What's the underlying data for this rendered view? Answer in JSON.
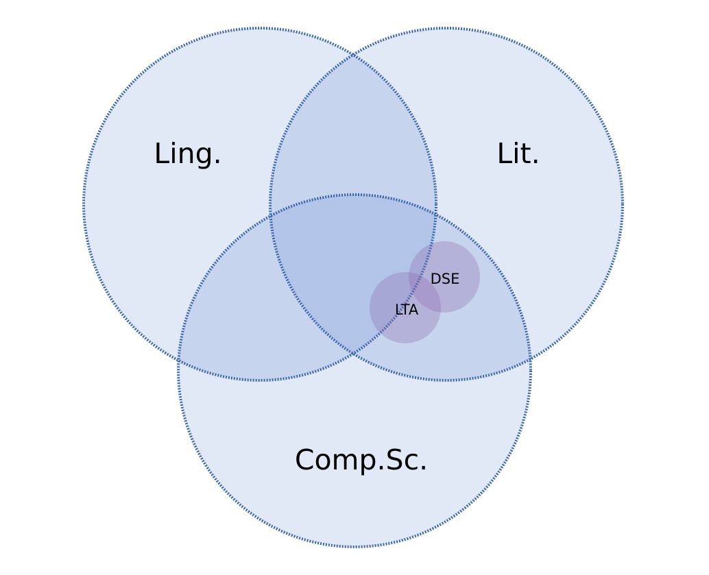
{
  "diagram": {
    "type": "venn",
    "sets": [
      {
        "id": "ling",
        "label": "Ling."
      },
      {
        "id": "lit",
        "label": "Lit."
      },
      {
        "id": "compsc",
        "label": "Comp.Sc."
      }
    ],
    "subsets": [
      {
        "id": "dse",
        "label": "DSE"
      },
      {
        "id": "lta",
        "label": "LTA"
      }
    ],
    "colors": {
      "set_fill": "#4472c4",
      "set_stroke": "#3a66ad",
      "subset_fill": "#8a62ad"
    }
  }
}
